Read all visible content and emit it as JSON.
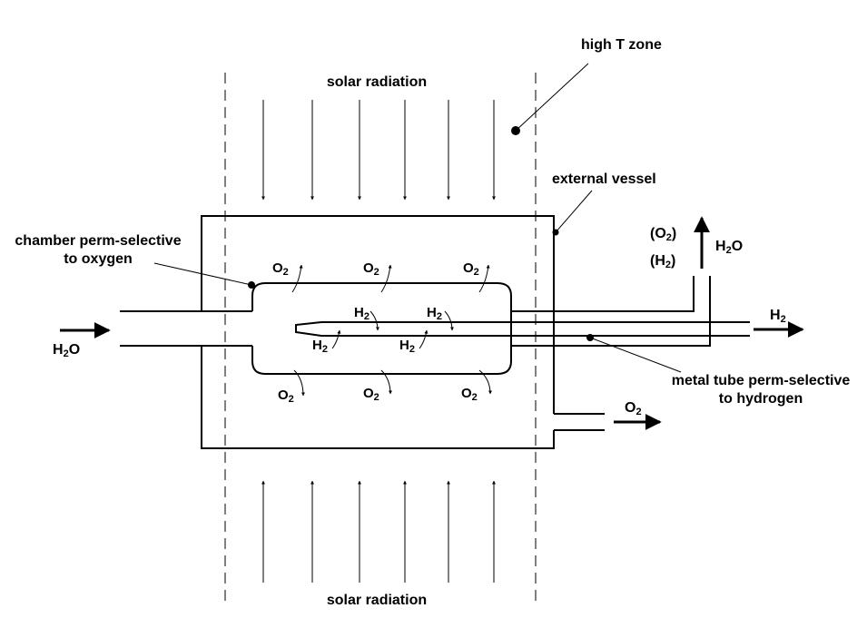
{
  "labels": {
    "solar_radiation_top": "solar radiation",
    "solar_radiation_bottom": "solar radiation",
    "high_t_zone": "high T zone",
    "external_vessel": "external vessel",
    "chamber_line1": "chamber perm-selective",
    "chamber_line2": "to oxygen",
    "metal_tube_line1": "metal tube perm-selective",
    "metal_tube_line2": "to hydrogen",
    "inlet_h2o": "H",
    "inlet_h2o_sub": "2",
    "inlet_h2o_tail": "O",
    "outlet_h2": "H",
    "outlet_h2_sub": "2",
    "outlet_o2": "O",
    "outlet_o2_sub": "2",
    "purge_o2": "(O",
    "purge_o2_sub": "2",
    "purge_o2_tail": ")",
    "purge_h2": "(H",
    "purge_h2_sub": "2",
    "purge_h2_tail": ")",
    "purge_h2o": "H",
    "purge_h2o_sub": "2",
    "purge_h2o_tail": "O"
  },
  "species": {
    "o2_base": "O",
    "o2_sub": "2",
    "h2_base": "H",
    "h2_sub": "2"
  },
  "colors": {
    "line": "#000000",
    "background": "#ffffff"
  }
}
